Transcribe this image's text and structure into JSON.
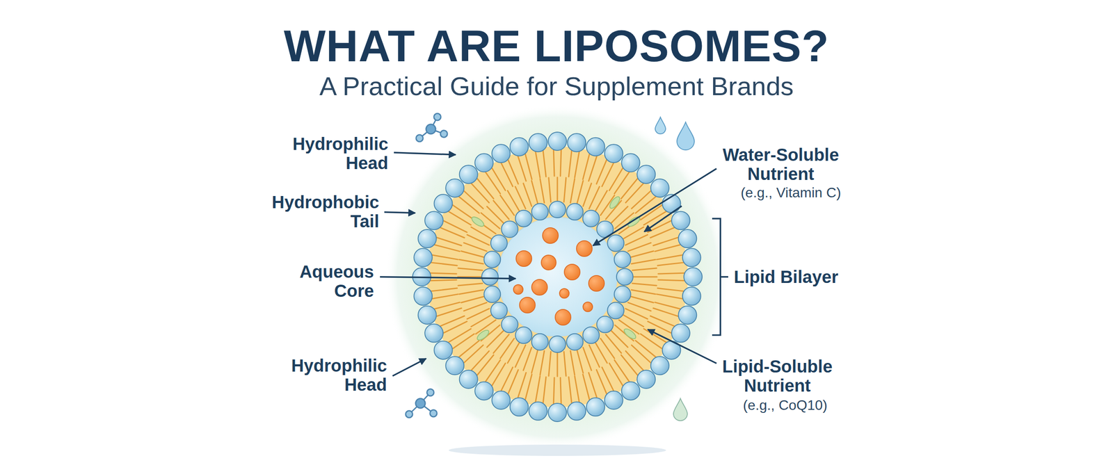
{
  "diagram": {
    "title": "WHAT ARE LIPOSOMES?",
    "labels": [
      "A Practical Guide for Supplement Brands",
      "Hydrophilic Head",
      "Water-Soluble Nutrient",
      "(e.g., Vitamin C)",
      "Hydrophobic Tail",
      "Aqueous Core",
      "Lipid Bilayer",
      "Hydrophilic Head",
      "Lipid-Soluble Nutrient",
      "(e.g., CoQ10)"
    ]
  }
}
